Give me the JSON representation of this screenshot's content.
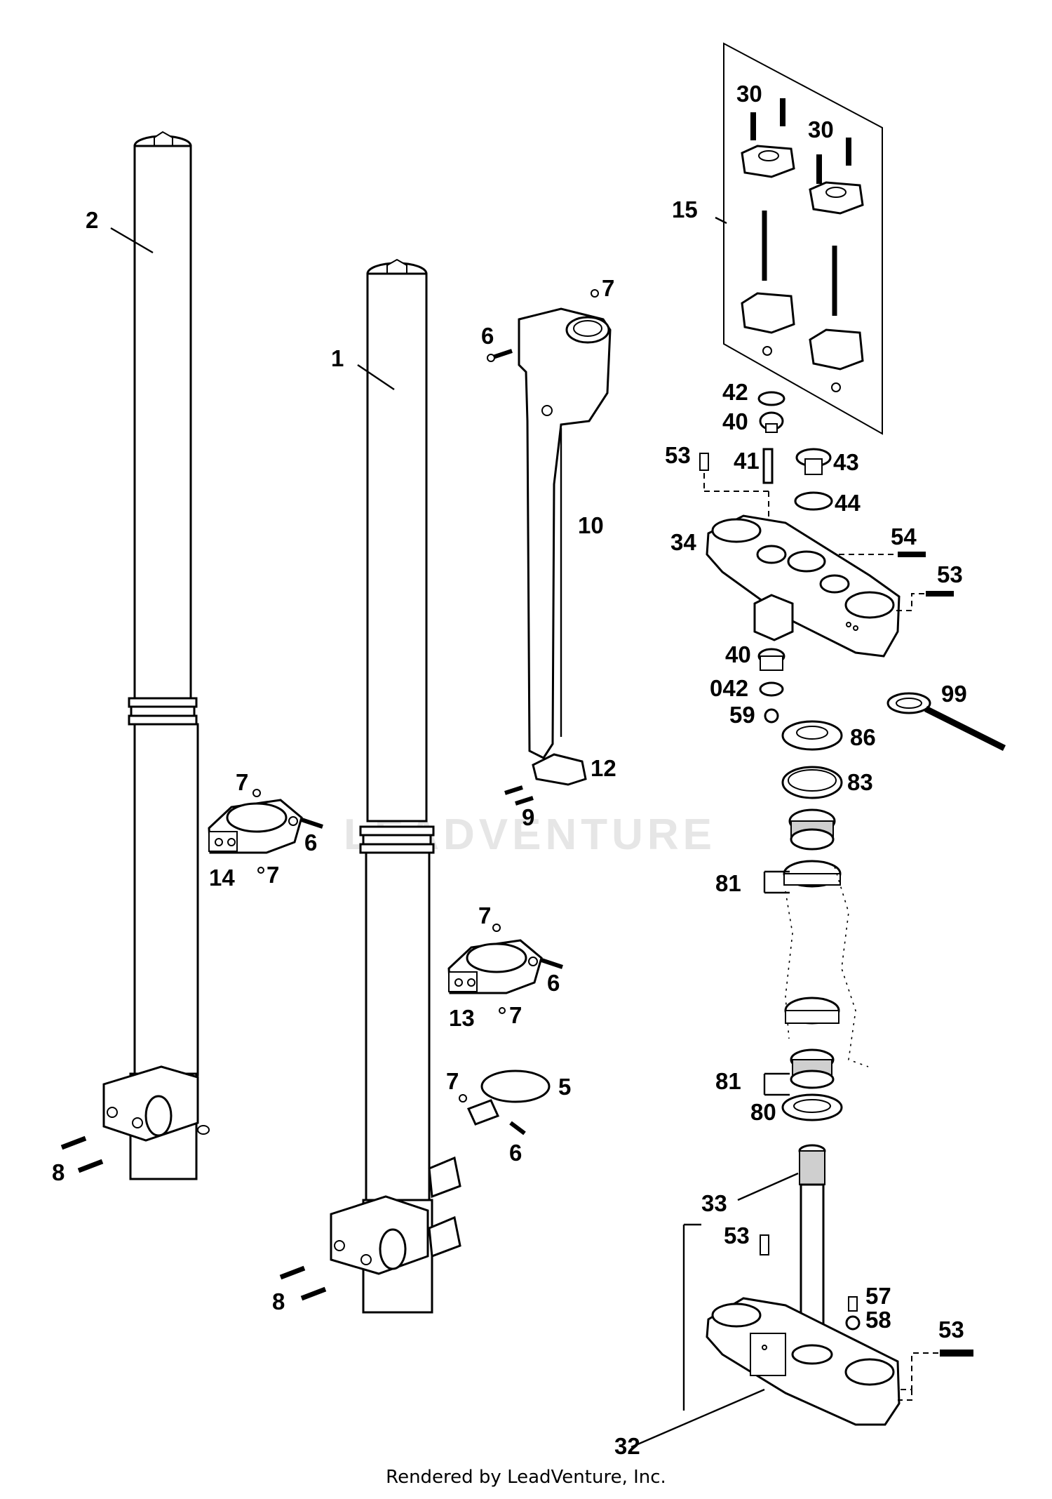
{
  "watermark": "LEADVENTURE",
  "footer": "Rendered by LeadVenture, Inc.",
  "callouts": {
    "fork_leg_left": "2",
    "fork_leg_right": "1",
    "fork_guard": "10",
    "guard_clamp_screw": "6",
    "guard_clamp_nut": "7",
    "handlebar_clamp_kit": "15",
    "clamp_screw_a": "30",
    "clamp_screw_b": "30",
    "washer_42": "42",
    "nut_40_top": "40",
    "stud_41": "41",
    "screw_53_top": "53",
    "cap_43": "43",
    "washer_44": "44",
    "upper_triple_clamp": "34",
    "screw_54": "54",
    "screw_53_upper_right": "53",
    "nut_40_lower": "40",
    "washer_042": "042",
    "nut_59": "59",
    "tool_99": "99",
    "dust_seal_86": "86",
    "o_ring_83": "83",
    "bearing_81_top": "81",
    "bearing_81_bottom": "81",
    "seal_80": "80",
    "brake_line_holder_12": "12",
    "screw_9": "9",
    "clamp_14": "14",
    "clamp_14_nut_top": "7",
    "clamp_14_screw": "6",
    "clamp_14_nut_bottom": "7",
    "clamp_13": "13",
    "clamp_13_nut_top": "7",
    "clamp_13_screw": "6",
    "clamp_13_nut_bottom": "7",
    "clamp_5": "5",
    "clamp_5_nut": "7",
    "clamp_5_screw": "6",
    "axle_screws_left": "8",
    "axle_screws_right": "8",
    "steering_stem_33": "33",
    "screw_53_lower": "53",
    "screw_57": "57",
    "nut_58": "58",
    "screw_53_lower_right": "53",
    "lower_triple_clamp": "32"
  }
}
